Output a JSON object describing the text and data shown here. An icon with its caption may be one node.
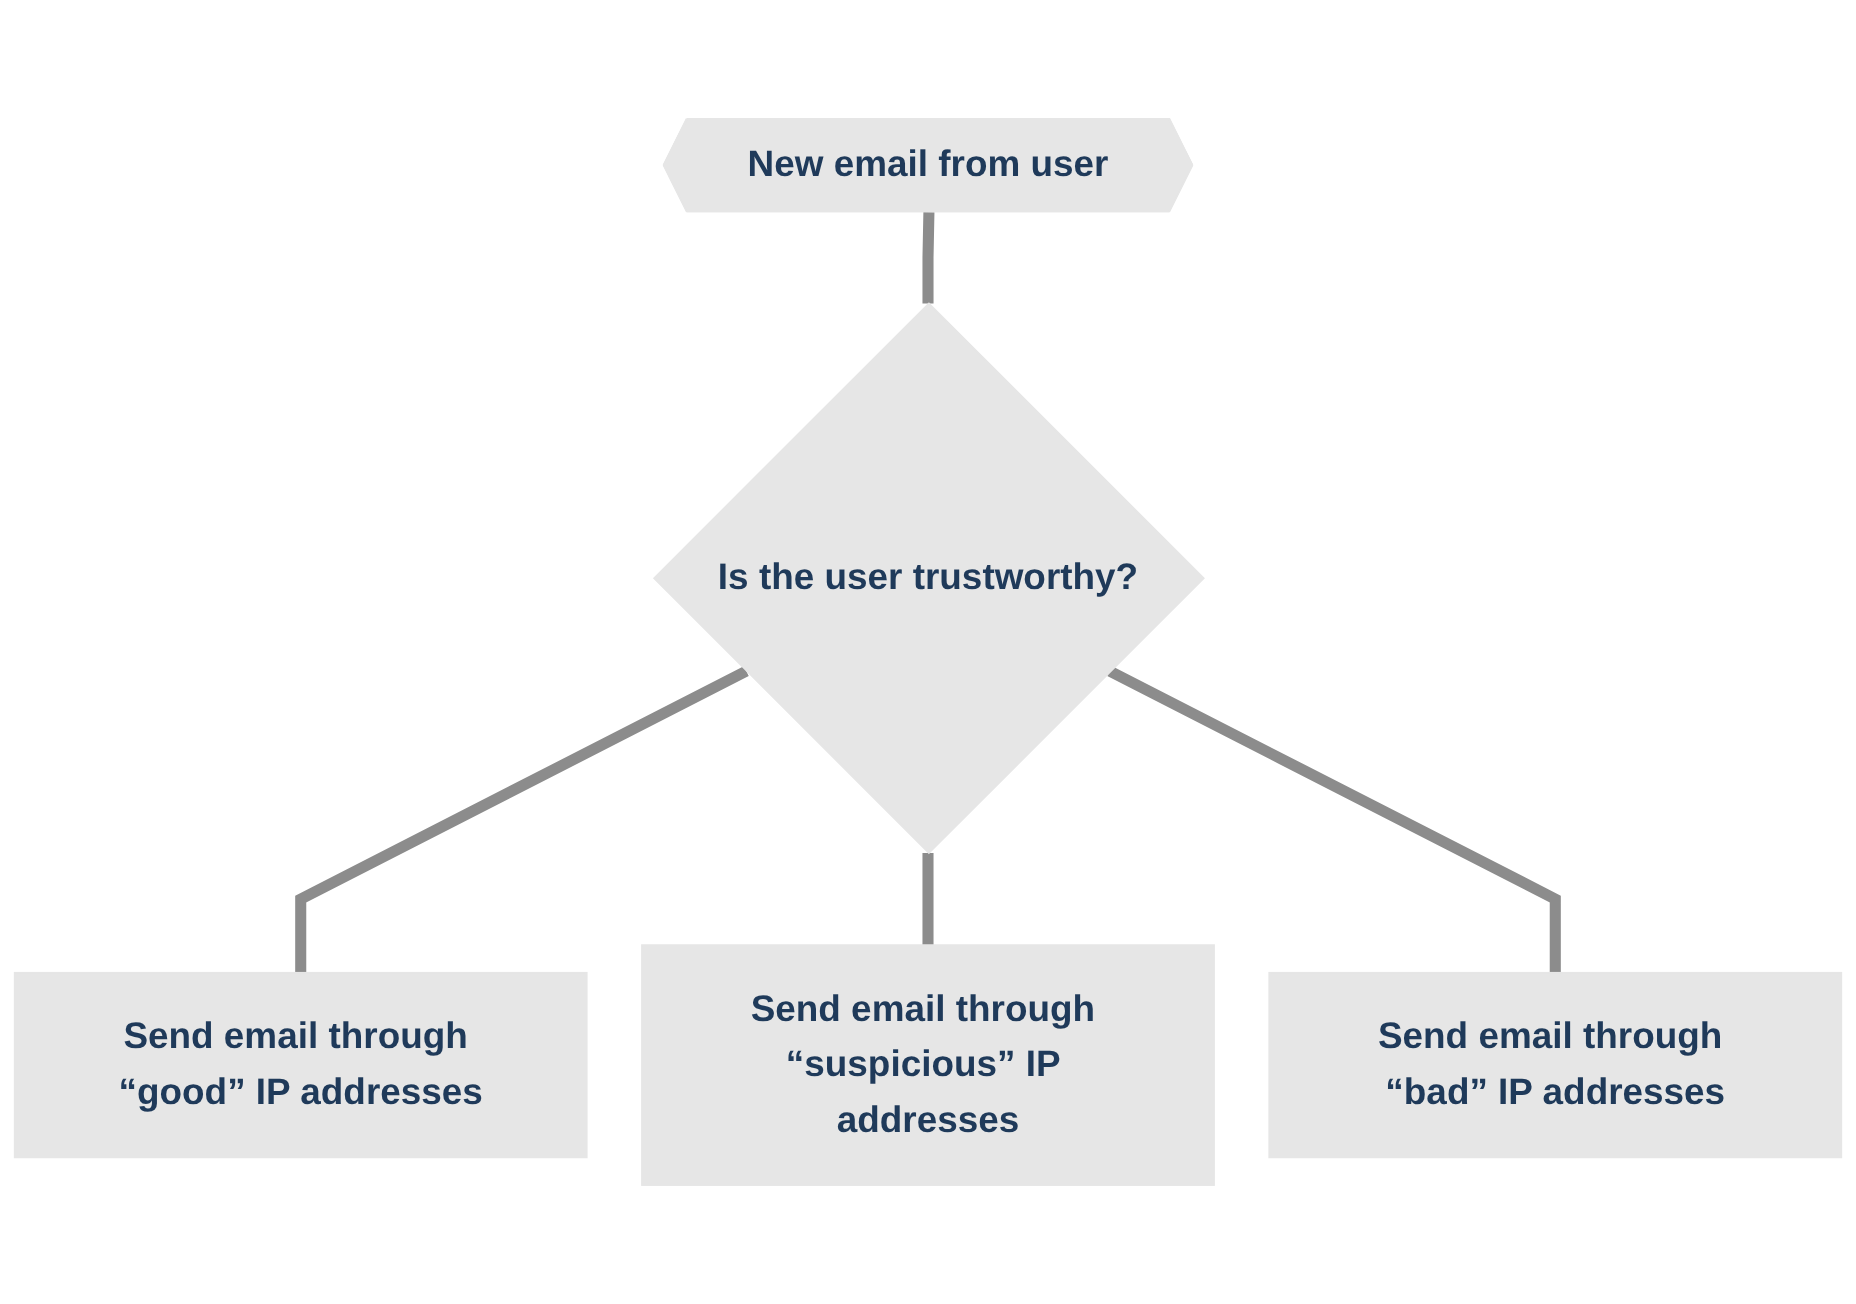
{
  "diagram": {
    "nodes": [
      {
        "text": [
          "New email from user"
        ]
      },
      {
        "text": [
          "Is the user trustworthy?"
        ]
      },
      {
        "text": [
          "Send email through “good” IP addresses"
        ]
      },
      {
        "text": [
          "Send email through “suspicious” IP addresses"
        ]
      },
      {
        "text": [
          "Send email through “bad” IP addresses"
        ]
      }
    ],
    "edges": [
      {
        "from": 0,
        "to": 1,
        "arrow": "none"
      },
      {
        "from": 1,
        "to": 2,
        "arrow": "none"
      },
      {
        "from": 1,
        "to": 3,
        "arrow": "none"
      },
      {
        "from": 1,
        "to": 4,
        "arrow": "none"
      }
    ]
  }
}
